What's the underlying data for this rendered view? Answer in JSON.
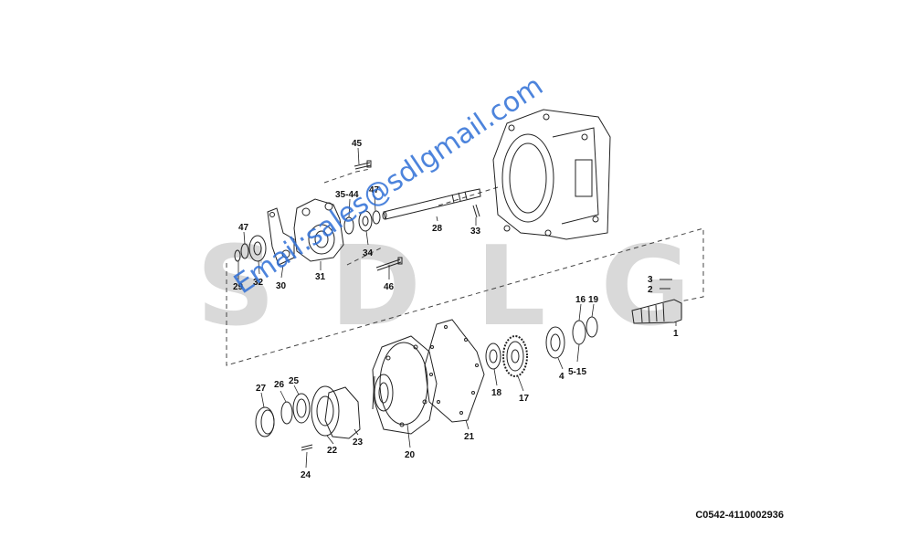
{
  "watermark": {
    "letters": "SDLG",
    "email": "Email:sales@sdlgmail.com"
  },
  "drawing_code": "C0542-4110002936",
  "callouts": {
    "c1": "1",
    "c2": "2",
    "c3": "3",
    "c4": "4",
    "c5_15": "5-15",
    "c16": "16",
    "c17": "17",
    "c18": "18",
    "c19": "19",
    "c20": "20",
    "c21": "21",
    "c22": "22",
    "c23": "23",
    "c24": "24",
    "c25": "25",
    "c26": "26",
    "c27": "27",
    "c28": "28",
    "c29": "29",
    "c30": "30",
    "c31": "31",
    "c32": "32",
    "c33": "33",
    "c34": "34",
    "c35_44": "35-44",
    "c45": "45",
    "c46": "46",
    "c47a": "47",
    "c47b": "47"
  }
}
